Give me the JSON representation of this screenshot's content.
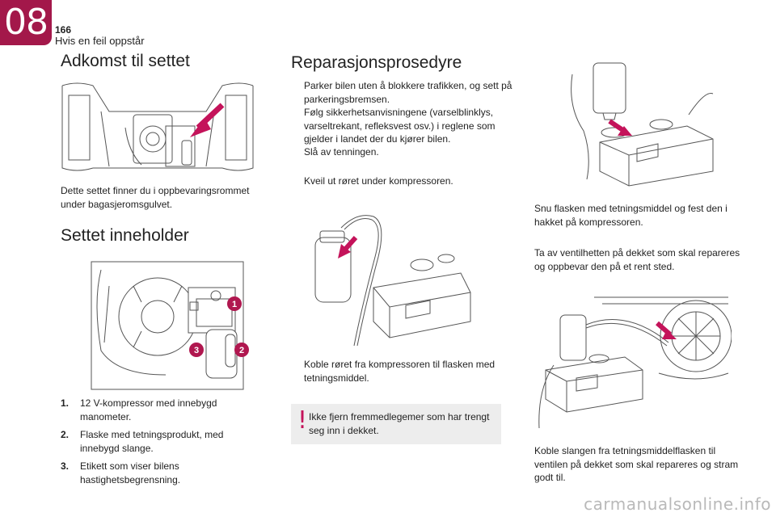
{
  "header": {
    "chapter": "08",
    "page_number": "166",
    "section": "Hvis en feil oppstår"
  },
  "left": {
    "access_title": "Adkomst til settet",
    "access_text": "Dette settet finner du i oppbevaringsrommet under bagasjeromsgulvet.",
    "contents_title": "Settet inneholder",
    "items": [
      {
        "n": "1.",
        "text": "12 V-kompressor med innebygd manometer."
      },
      {
        "n": "2.",
        "text": "Flaske med tetningsprodukt, med innebygd slange."
      },
      {
        "n": "3.",
        "text": "Etikett som viser bilens hastighetsbegrensning."
      }
    ],
    "callouts": [
      "1",
      "2",
      "3"
    ]
  },
  "middle": {
    "title": "Reparasjonsprosedyre",
    "steps": [
      "Parker bilen uten å blokkere trafikken, og sett på parkeringsbremsen.",
      "Følg sikkerhetsanvisningene (varselblinklys, varseltrekant, refleksvest osv.) i reglene som gjelder i landet der du kjører bilen.",
      "Slå av tenningen.",
      "Kveil ut røret under kompressoren.",
      "Koble røret fra kompressoren til flasken med tetningsmiddel."
    ],
    "warning": "Ikke fjern fremmedlegemer som har trengt seg inn i dekket."
  },
  "right": {
    "steps": [
      "Snu flasken med tetningsmiddel og fest den i hakket på kompressoren.",
      "Ta av ventilhetten på dekket som skal repareres og oppbevar den på et rent sted.",
      "Koble slangen fra tetningsmiddelflasken til ventilen på dekket som skal repareres og stram godt til."
    ]
  },
  "bullet_glyph": "",
  "footer": {
    "watermark": "carmanualsonline.info"
  },
  "colors": {
    "accent": "#a3184a",
    "arrow": "#c4135a",
    "callout": "#b0174f"
  }
}
